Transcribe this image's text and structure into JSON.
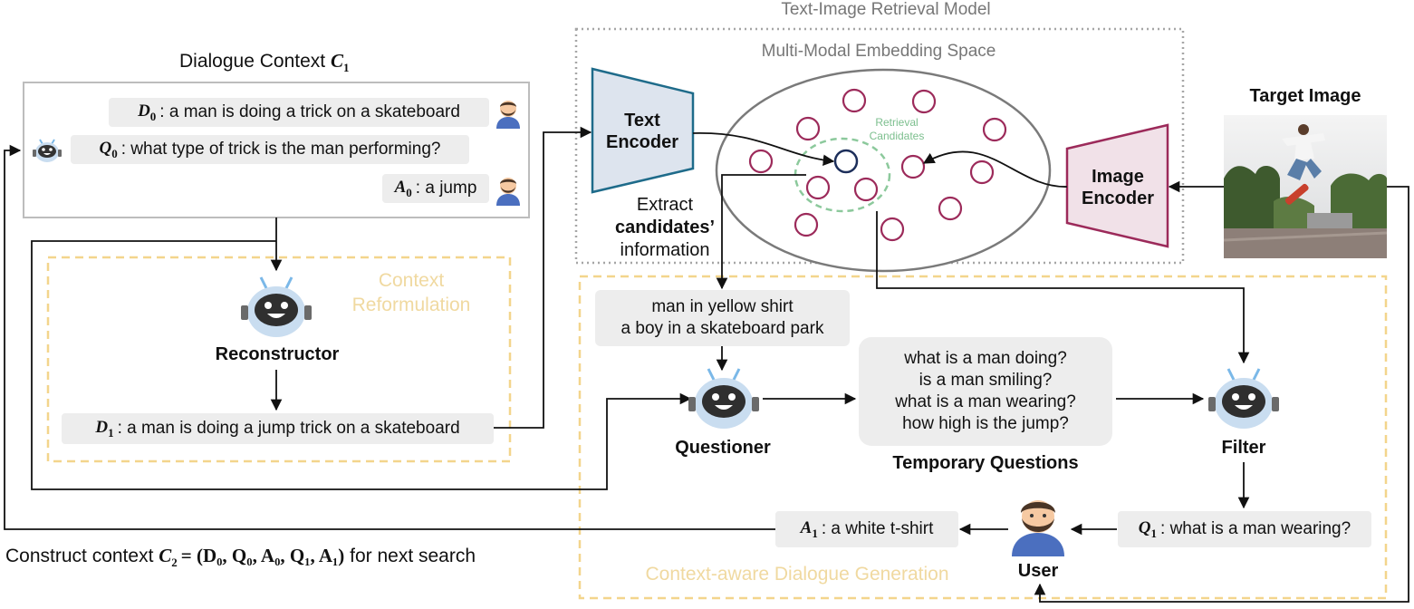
{
  "dialogue_context": {
    "title": "Dialogue Context ",
    "title_var": "C",
    "title_sub": "1",
    "d0": {
      "speaker": "D",
      "sub": "0",
      "text": ": a man is doing a trick on a skateboard"
    },
    "q0": {
      "speaker": "Q",
      "sub": "0",
      "text": ": what type of trick is the man performing?"
    },
    "a0": {
      "speaker": "A",
      "sub": "0",
      "text": " : a jump"
    }
  },
  "context_reformulation": {
    "title": "Context Reformulation",
    "agent": "Reconstructor",
    "d1": {
      "speaker": "D",
      "sub": "1",
      "text": ": a man is doing a jump trick on a skateboard"
    }
  },
  "retrieval_model": {
    "title": "Text-Image Retrieval Model",
    "space_title": "Multi-Modal Embedding Space",
    "text_encoder": "Text Encoder",
    "image_encoder": "Image Encoder",
    "candidates_label": "Retrieval Candidates"
  },
  "extract_label": {
    "line1": "Extract",
    "line2": "candidates’",
    "line3": "information"
  },
  "target_image_label": "Target Image",
  "candidate_info": [
    "man in yellow shirt",
    "a boy in a skateboard park"
  ],
  "dialogue_generation": {
    "title": "Context-aware Dialogue Generation",
    "questioner": "Questioner",
    "filter": "Filter",
    "user": "User",
    "temporary_questions_label": "Temporary Questions",
    "temporary_questions": [
      "what is a man doing?",
      "is a man smiling?",
      "what is a man wearing?",
      "how high is the jump?"
    ],
    "q1": {
      "speaker": "Q",
      "sub": "1",
      "text": ": what is a man wearing?"
    },
    "a1": {
      "speaker": "A",
      "sub": "1",
      "text": ":  a white t-shirt"
    }
  },
  "construct_context": {
    "prefix": "Construct context ",
    "formula_lhs": "C",
    "formula_lhs_sub": "2",
    "formula_rhs": "= (D₀, Q₀, A₀, Q₁, A₁)",
    "suffix": " for next search"
  },
  "colors": {
    "dashed_yellow": "#f3d58c",
    "dotted_grey": "#a6a6a6",
    "text_encoder_fill": "#dde4ee",
    "text_encoder_stroke": "#1e6b8a",
    "image_encoder_fill": "#f1e1e8",
    "image_encoder_stroke": "#9c2a5a",
    "circle_stroke": "#9c2a5a",
    "query_circle": "#1c2e5a",
    "candidate_dash": "#8cc99c"
  }
}
